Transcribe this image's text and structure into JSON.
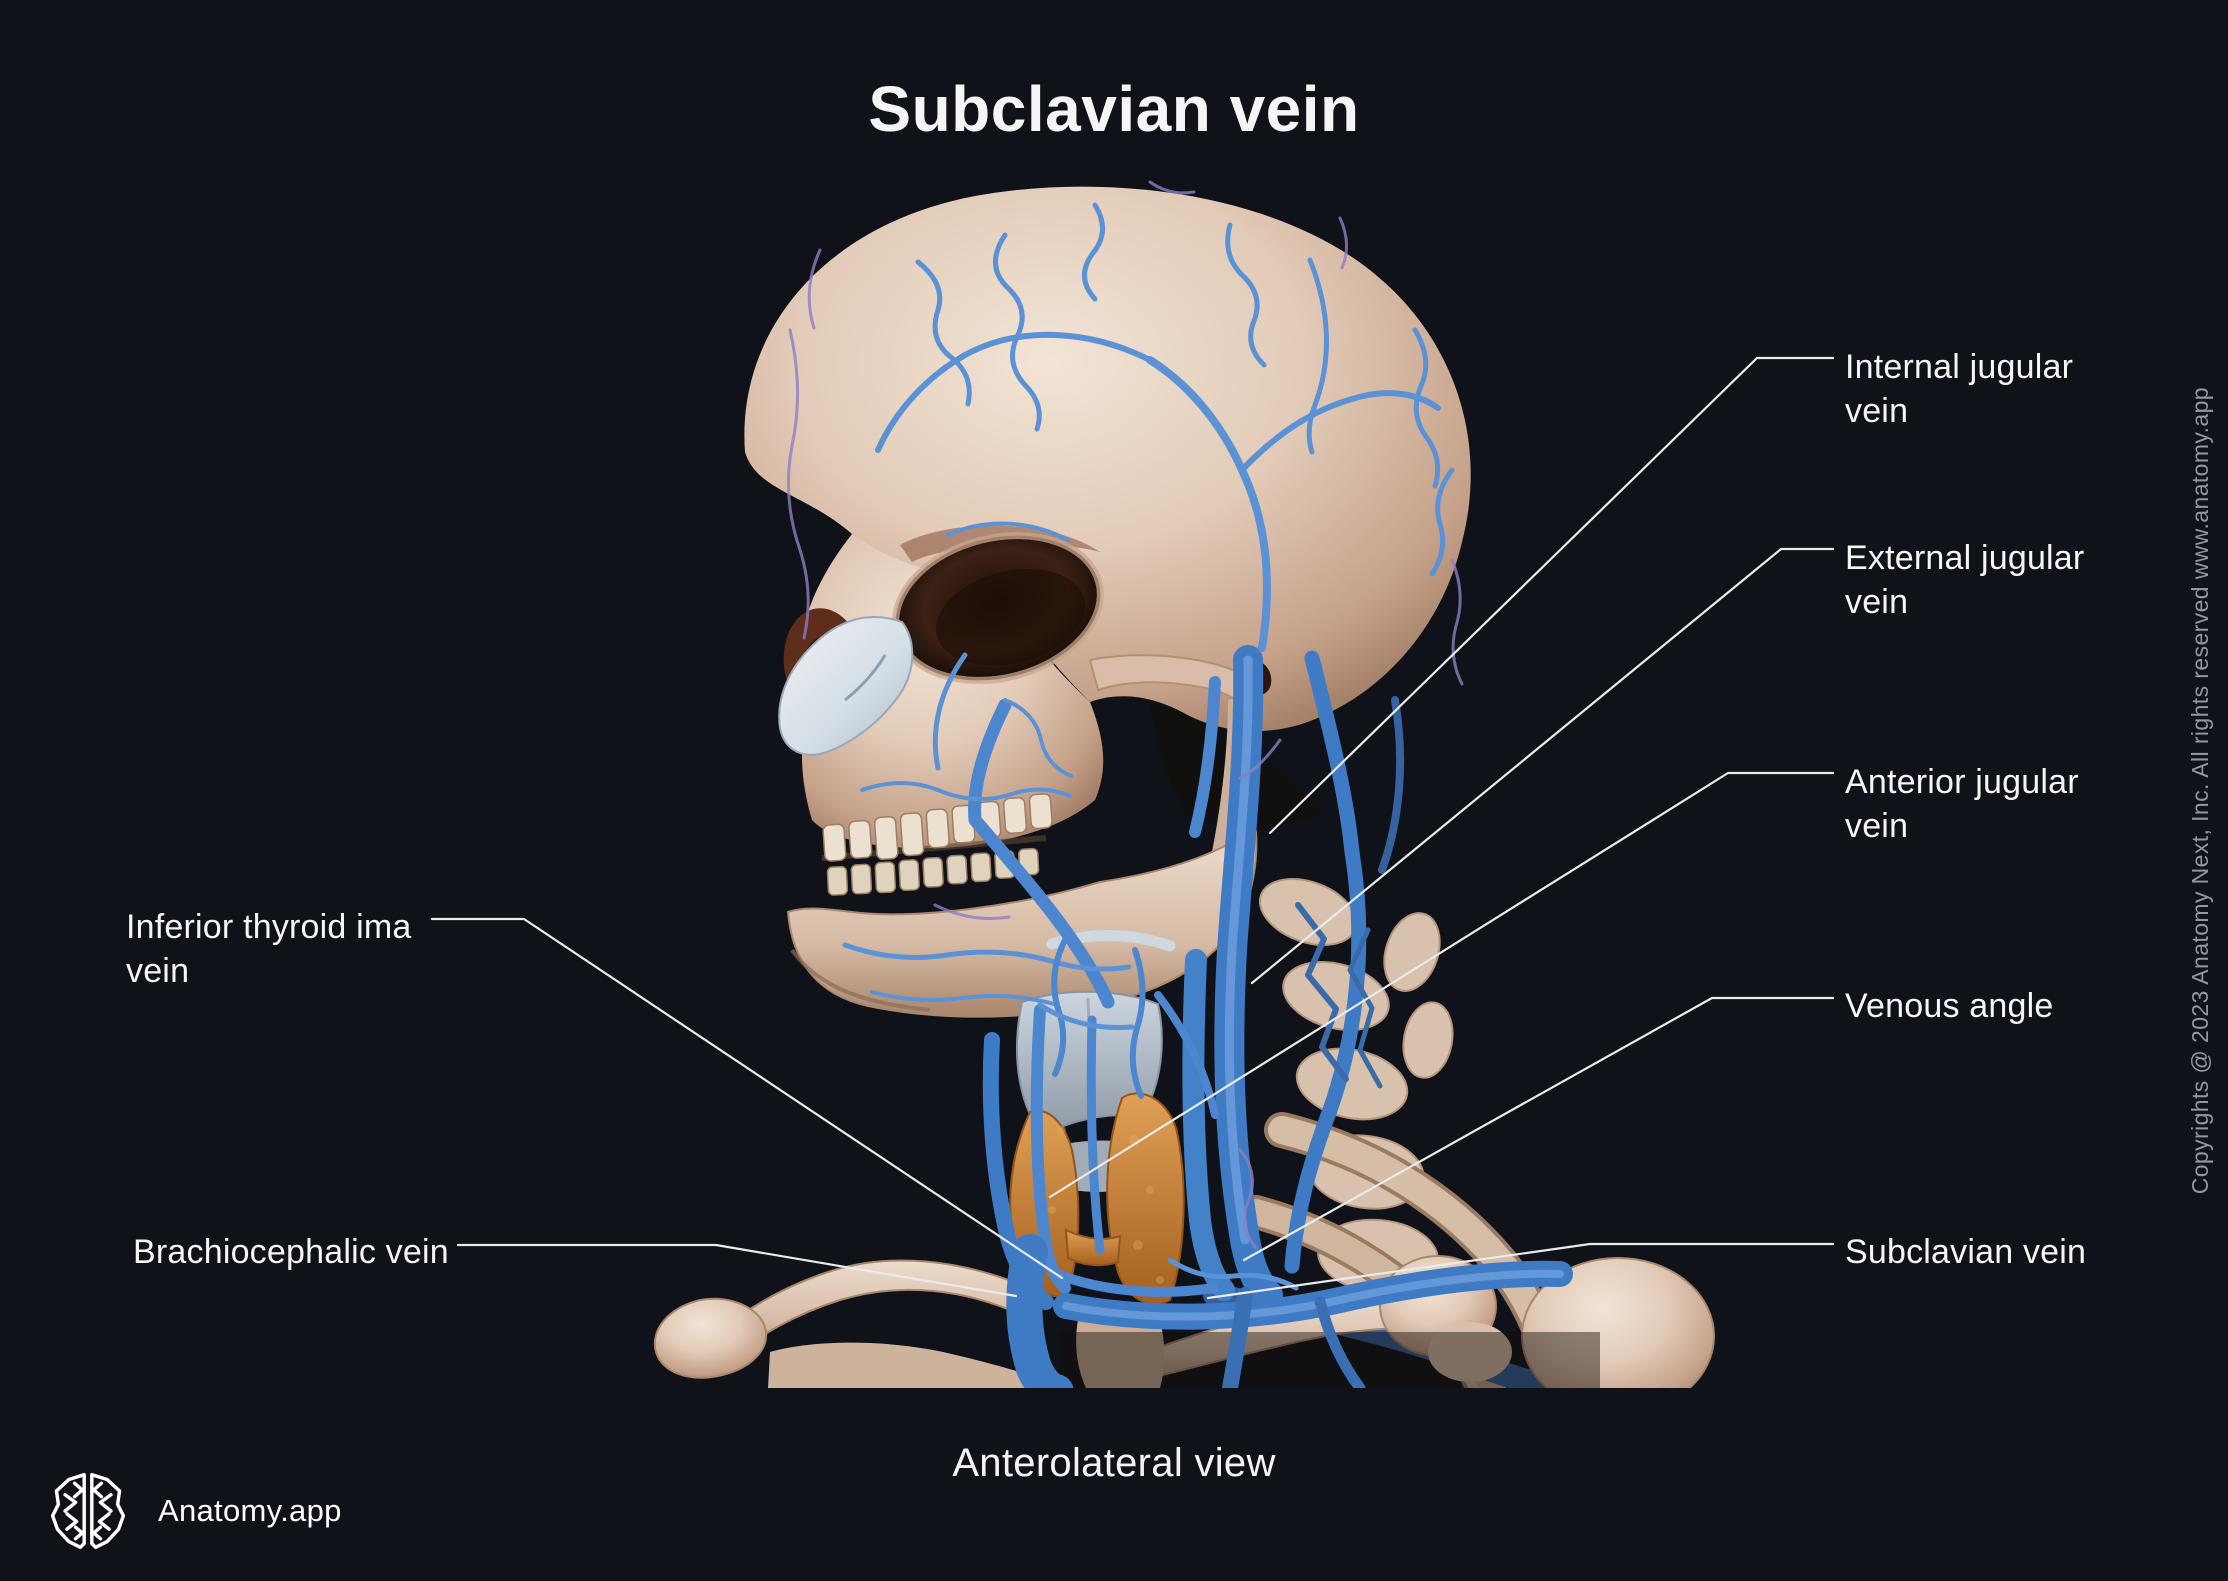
{
  "title": "Subclavian vein",
  "view_caption": "Anterolateral view",
  "brand": {
    "name": "Anatomy.app",
    "logo_icon": "brain-logo-icon"
  },
  "copyright_notice": "Copyrights @ 2023 Anatomy Next, Inc. All rights reserved www.anatomy.app",
  "labels": {
    "internal_jugular": "Internal jugular\nvein",
    "external_jugular": "External jugular\nvein",
    "anterior_jugular": "Anterior jugular\nvein",
    "venous_angle": "Venous angle",
    "subclavian": "Subclavian vein",
    "inferior_thyroid_ima": "Inferior thyroid ima\nvein",
    "brachiocephalic": "Brachiocephalic vein"
  },
  "colors": {
    "background": "#0f1218",
    "label_text": "#f4f5f7",
    "leader_line": "#e9ebee",
    "copyright_text": "#93979e",
    "bone": "#dfc8b6",
    "vein_primary": "#3f7bc4",
    "vein_light": "#8ab6ec",
    "veinlet": "#5b92d6",
    "artery_accent": "#8d7ec2",
    "larynx_cartilage": "#c6cfd9",
    "thyroid_gland": "#cf8a42"
  }
}
